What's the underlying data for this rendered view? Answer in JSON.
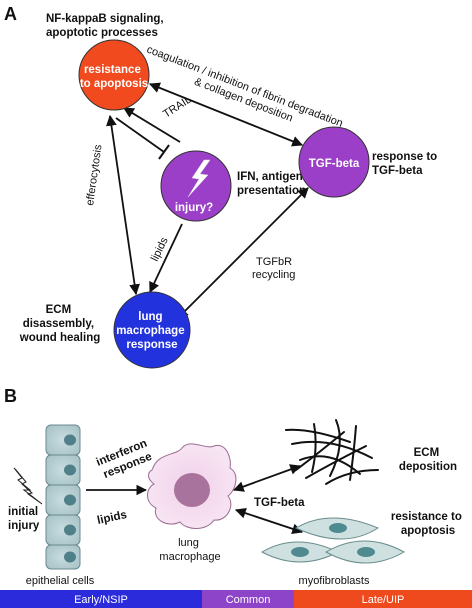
{
  "panel_a": {
    "letter": "A",
    "nodes": {
      "resistance": {
        "label_lines": [
          "resistance",
          "to apoptosis"
        ],
        "color": "#f04a1e"
      },
      "injury": {
        "label": "injury?",
        "color": "#9b3fc8"
      },
      "tgf": {
        "label": "TGF-beta",
        "color": "#9b3fc8"
      },
      "lung": {
        "label_lines": [
          "lung",
          "macrophage",
          "response"
        ],
        "color": "#2233dd"
      }
    },
    "annotations": {
      "nfkb_lines": [
        "NF-kappaB signaling,",
        "apoptotic processes"
      ],
      "ifn_lines": [
        "IFN, antigen",
        "presentation"
      ],
      "tgf_response_lines": [
        "response to",
        "TGF-beta"
      ],
      "ecm_lines": [
        "ECM",
        "disassembly,",
        "wound healing"
      ]
    },
    "edge_labels": {
      "coagulation_lines": [
        "coagulation / inhibition of fibrin degradation",
        "& collagen deposition"
      ],
      "trail": "TRAIL",
      "efferocytosis": "efferocytosis",
      "lipids": "lipids",
      "tgfbr_lines": [
        "TGFbR",
        "recycling"
      ]
    }
  },
  "panel_b": {
    "letter": "B",
    "labels": {
      "initial_injury_lines": [
        "initial",
        "injury"
      ],
      "interferon_lines": [
        "interferon",
        "response"
      ],
      "lipids": "lipids",
      "epithelial_cells": "epithelial cells",
      "lung_macrophage_lines": [
        "lung",
        "macrophage"
      ],
      "tgf_beta": "TGF-beta",
      "ecm_deposition_lines": [
        "ECM",
        "deposition"
      ],
      "resistance_lines": [
        "resistance to",
        "apoptosis"
      ],
      "myofibroblasts": "myofibroblasts"
    }
  },
  "phase_bar": [
    {
      "label": "Early/NSIP",
      "color": "#2b2bdc"
    },
    {
      "label": "Common",
      "color": "#8e44c8"
    },
    {
      "label": "Late/UIP",
      "color": "#ef4a1e"
    }
  ]
}
